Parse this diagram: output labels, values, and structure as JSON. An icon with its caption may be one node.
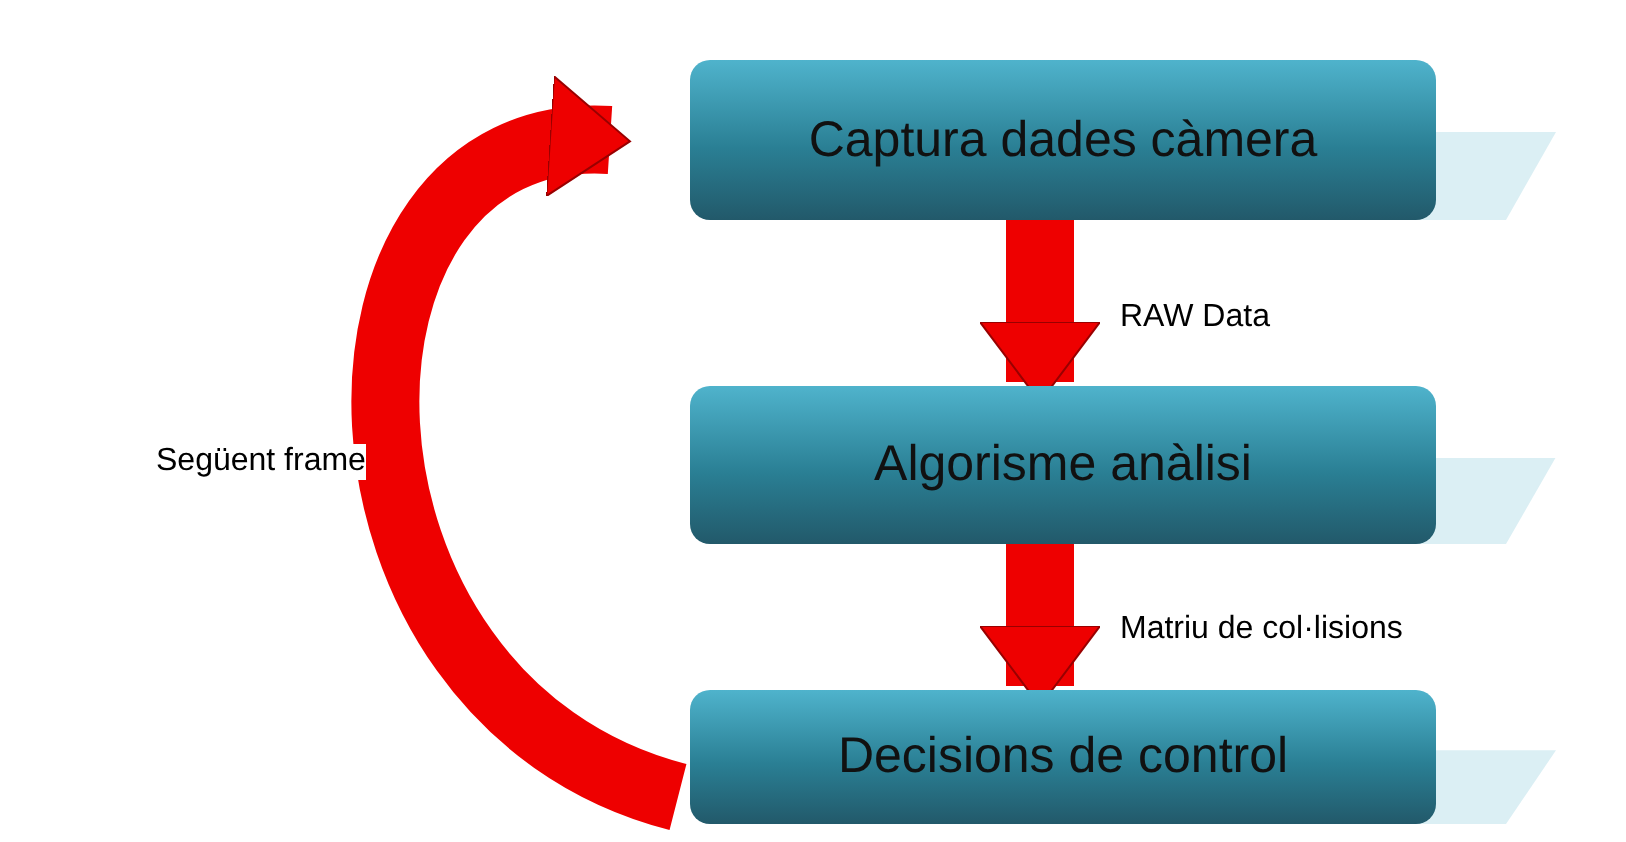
{
  "diagram": {
    "nodes": [
      {
        "text": [
          "Captura dades càmera"
        ]
      },
      {
        "text": [
          "Algorisme anàlisi"
        ]
      },
      {
        "text": [
          "Decisions de control"
        ]
      }
    ],
    "edges": [
      {
        "from": 0,
        "to": 1,
        "arrow": "to",
        "label": "RAW Data"
      },
      {
        "from": 1,
        "to": 2,
        "arrow": "to",
        "label": "Matriu de col·lisions"
      },
      {
        "from": 2,
        "to": 0,
        "arrow": "to",
        "label": "Següent frame"
      }
    ]
  }
}
